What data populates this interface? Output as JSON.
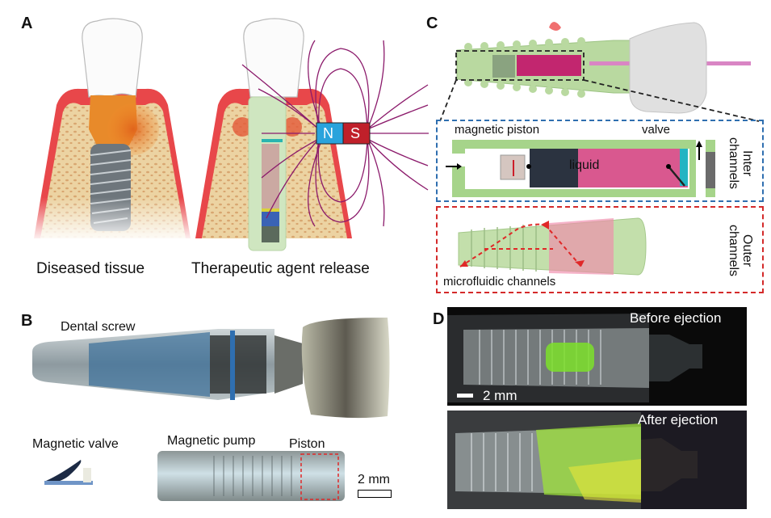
{
  "figure": {
    "panels": {
      "A": {
        "letter": "A",
        "captions": [
          "Diseased tissue",
          "Therapeutic agent release"
        ],
        "magnet": {
          "north_label": "N",
          "south_label": "S",
          "north_color": "#29a3dc",
          "south_color": "#c0202a"
        },
        "field_line_color": "#8b1a6b"
      },
      "B": {
        "letter": "B",
        "labels": {
          "dental_screw": "Dental screw",
          "magnetic_valve": "Magnetic valve",
          "magnetic_pump": "Magnetic pump",
          "piston": "Piston",
          "scale_bar": "2 mm"
        }
      },
      "C": {
        "letter": "C",
        "labels": {
          "magnetic_piston": "magnetic piston",
          "valve": "valve",
          "liquid": "liquid",
          "inter_channels": "Inter channels",
          "outer_channels": "Outer channels",
          "microfluidic_channels": "microfluidic channels"
        },
        "colors": {
          "implant_green": "#a9d18e",
          "liquid_pink": "#d9588f",
          "inner_box": "#2f6fb0",
          "outer_box": "#d42a2a"
        }
      },
      "D": {
        "letter": "D",
        "labels": {
          "before": "Before ejection",
          "after": "After ejection",
          "scale_bar": "2 mm"
        },
        "colors": {
          "dye": "#7de02a"
        }
      }
    }
  }
}
